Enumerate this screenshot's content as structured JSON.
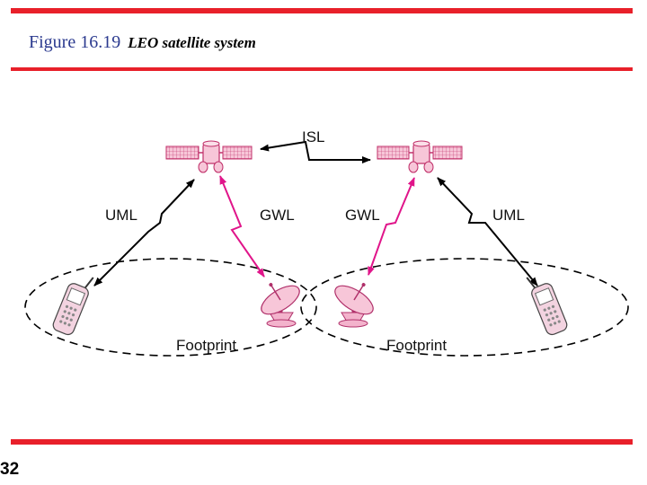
{
  "slide": {
    "figure_number": "Figure 16.19",
    "figure_title": "LEO satellite system",
    "page_number": "32"
  },
  "diagram": {
    "labels": {
      "isl": "ISL",
      "uml_left": "UML",
      "gwl_left": "GWL",
      "gwl_right": "GWL",
      "uml_right": "UML",
      "footprint_left": "Footprint",
      "footprint_right": "Footprint"
    },
    "colors": {
      "rule": "#e8202a",
      "figure_number": "#2b3a8f",
      "gateway_link": "#e0158a",
      "satellite_body": "#f7c6d8",
      "satellite_outline": "#c0306a"
    }
  }
}
